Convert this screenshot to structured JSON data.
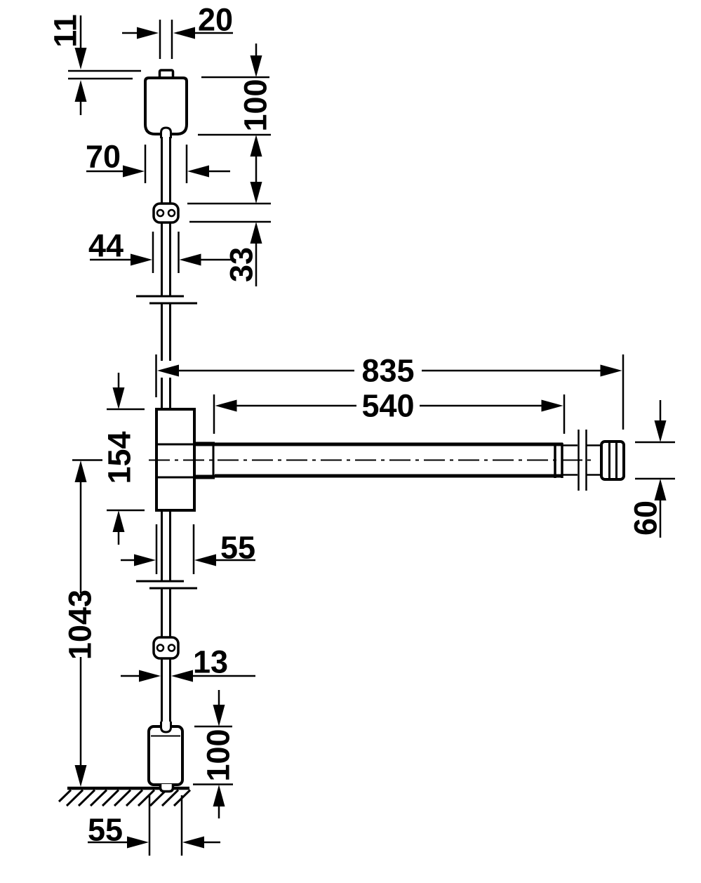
{
  "drawing": {
    "type": "technical-dimension-drawing",
    "subject": "panic-exit-device-with-vertical-rods",
    "colors": {
      "line": "#000000",
      "background": "#ffffff"
    },
    "labels": {
      "bolt_projection": "11",
      "bolt_width": "20",
      "top_keeper_height": "100",
      "top_keeper_width": "70",
      "rod_guide_width": "44",
      "rod_guide_height": "33",
      "total_length": "835",
      "bar_length": "540",
      "case_height": "154",
      "case_width": "55",
      "bar_end_height": "60",
      "axis_to_floor": "1043",
      "rod_diameter": "13",
      "bottom_case_height": "100",
      "bottom_case_width": "55"
    }
  }
}
